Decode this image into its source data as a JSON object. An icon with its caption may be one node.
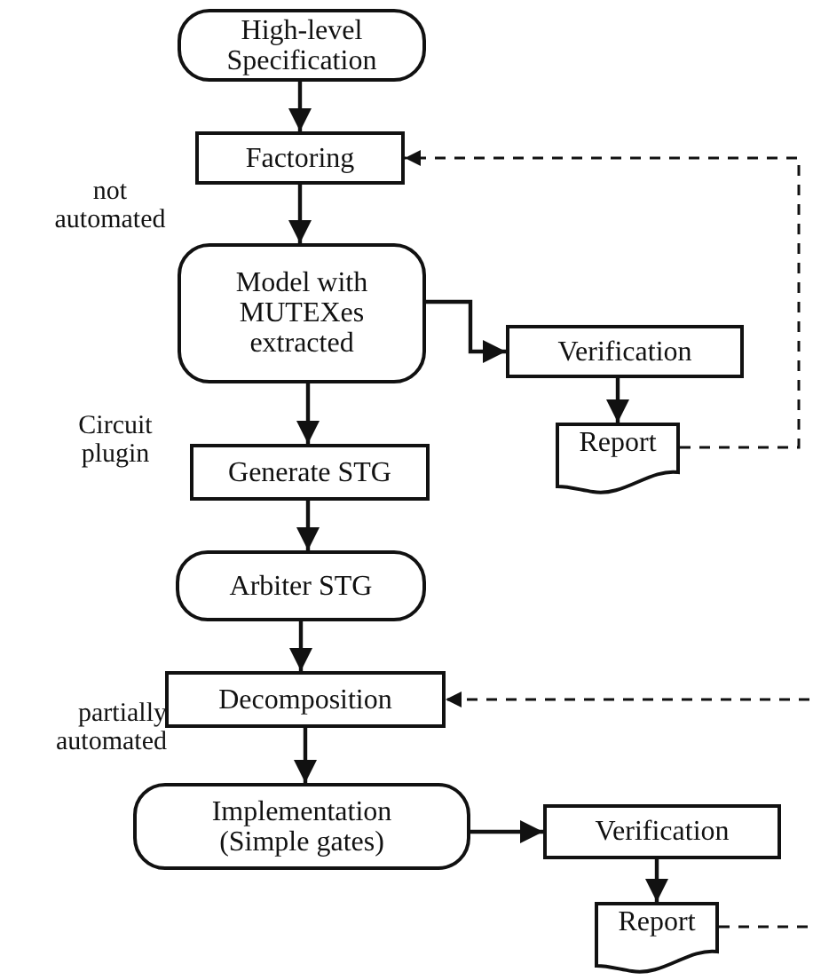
{
  "diagram": {
    "nodes": [
      {
        "text": [
          "High-level Specification"
        ]
      },
      {
        "text": [
          "Factoring"
        ]
      },
      {
        "text": [
          "Model with MUTEXes extracted"
        ]
      },
      {
        "text": [
          "Verification"
        ]
      },
      {
        "text": [
          "Report"
        ]
      },
      {
        "text": [
          "Generate STG"
        ]
      },
      {
        "text": [
          "Arbiter STG"
        ]
      },
      {
        "text": [
          "Decomposition"
        ]
      },
      {
        "text": [
          "Implementation (Simple gates)"
        ]
      },
      {
        "text": [
          "Verification"
        ]
      },
      {
        "text": [
          "Report"
        ]
      }
    ],
    "edges": [
      {
        "from": 0,
        "to": 1,
        "arrow": "to"
      },
      {
        "from": 1,
        "to": 2,
        "arrow": "to"
      },
      {
        "from": 2,
        "to": 3,
        "arrow": "to"
      },
      {
        "from": 3,
        "to": 4,
        "arrow": "to"
      },
      {
        "from": 4,
        "to": 1,
        "arrow": "to",
        "style": "dashed"
      },
      {
        "from": 2,
        "to": 5,
        "arrow": "to"
      },
      {
        "from": 5,
        "to": 6,
        "arrow": "to"
      },
      {
        "from": 6,
        "to": 7,
        "arrow": "to"
      },
      {
        "from": 7,
        "to": 8,
        "arrow": "to"
      },
      {
        "from": 8,
        "to": 9,
        "arrow": "to"
      },
      {
        "from": 9,
        "to": 10,
        "arrow": "to"
      },
      {
        "from": 10,
        "to": null,
        "arrow": "none",
        "style": "dashed"
      },
      {
        "from": null,
        "to": 7,
        "arrow": "to",
        "style": "dashed"
      }
    ],
    "labels": [
      "not automated",
      "Circuit plugin",
      "partially automated"
    ]
  }
}
